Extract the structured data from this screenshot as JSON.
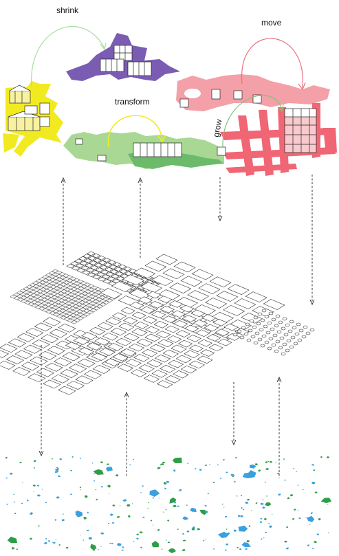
{
  "labels": {
    "shrink": "shrink",
    "move": "move",
    "transform": "transform",
    "grow": "grow"
  },
  "colors": {
    "yellow": "#f2ea21",
    "purple": "#7b5cb3",
    "pink": "#f28f99",
    "red": "#f06674",
    "green": "#a9d894",
    "green_dark": "#6cbb6a",
    "arrow_shrink": "#a9dca3",
    "arrow_transform": "#f2ea21",
    "arrow_move": "#e8707a",
    "arrow_grow": "#7fc27b",
    "scatter_blue": "#3aa0e0",
    "scatter_green": "#2e9e46",
    "line": "#222222"
  },
  "icons": [
    "building-block-icon",
    "arrow-icon",
    "grid-module-icon"
  ]
}
